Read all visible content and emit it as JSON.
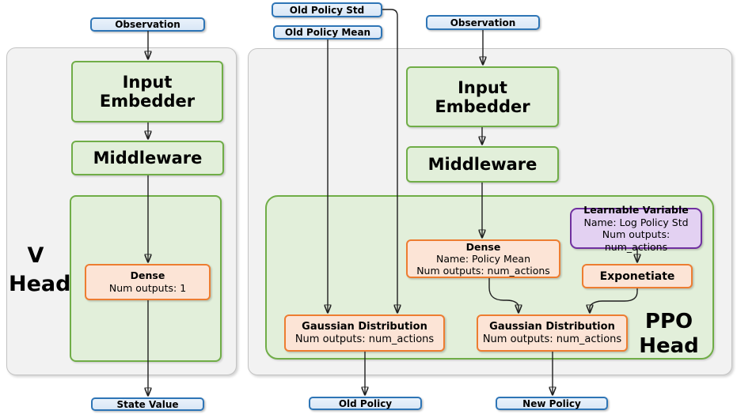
{
  "diagram": {
    "v_head": {
      "panel_label": {
        "line1": "V",
        "line2": "Head"
      },
      "observation": "Observation",
      "input_embedder": "Input Embedder",
      "middleware": "Middleware",
      "dense": {
        "title": "Dense",
        "line1": "Num outputs: 1"
      },
      "state_value": "State Value"
    },
    "ppo_head": {
      "panel_label": {
        "line1": "PPO",
        "line2": "Head"
      },
      "old_policy_std": "Old Policy Std",
      "old_policy_mean": "Old Policy Mean",
      "observation": "Observation",
      "input_embedder": "Input Embedder",
      "middleware": "Middleware",
      "dense": {
        "title": "Dense",
        "line1": "Name: Policy Mean",
        "line2": "Num outputs: num_actions"
      },
      "learnable_variable": {
        "title": "Learnable Variable",
        "line1": "Name: Log Policy Std",
        "line2": "Num outputs: num_actions"
      },
      "exponetiate": "Exponetiate",
      "gaussian_old": {
        "title": "Gaussian Distribution",
        "line1": "Num outputs: num_actions"
      },
      "gaussian_new": {
        "title": "Gaussian Distribution",
        "line1": "Num outputs: num_actions"
      },
      "old_policy": "Old Policy",
      "new_policy": "New Policy"
    },
    "colors": {
      "io_border": "#2e75b6",
      "io_fill": "#deebf7",
      "green_border": "#70ad47",
      "green_fill": "#e2efda",
      "orange_border": "#ed7d31",
      "orange_fill": "#fce4d6",
      "purple_border": "#7030a0",
      "purple_fill": "#e3d1f2",
      "panel_fill": "#f2f2f2",
      "panel_border": "#c3c3c3",
      "arrow": "#1f1f1f"
    }
  }
}
